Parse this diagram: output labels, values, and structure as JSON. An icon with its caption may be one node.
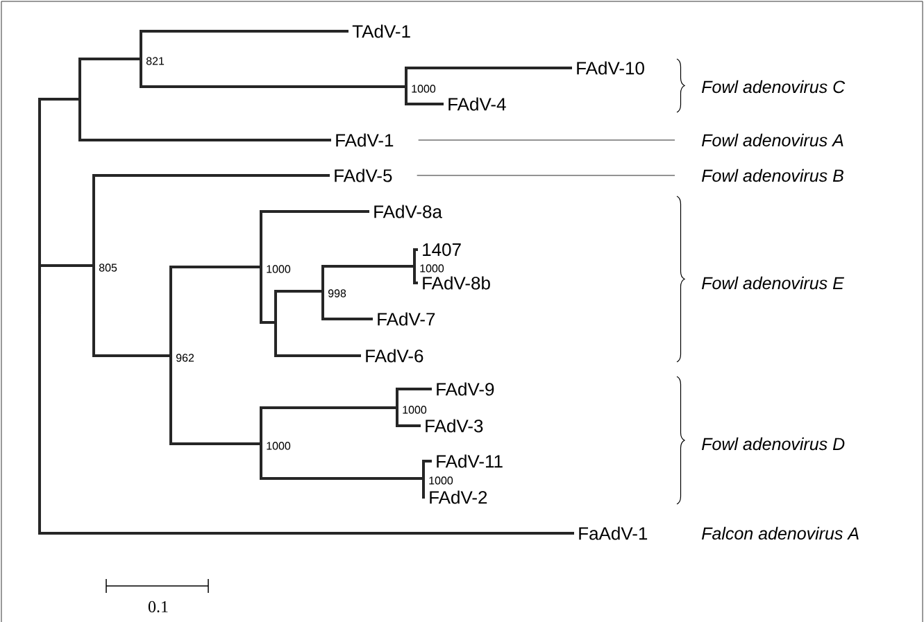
{
  "diagram": {
    "nodes": [
      {
        "text": [],
        "shape": "point"
      },
      {
        "text": [],
        "shape": "point"
      },
      {
        "text": [],
        "shape": "point",
        "beside": [
          "821"
        ]
      },
      {
        "text": [
          "TAdV-1"
        ]
      },
      {
        "text": [],
        "shape": "point",
        "beside": [
          "1000"
        ]
      },
      {
        "text": [
          "FAdV-10"
        ]
      },
      {
        "text": [
          "FAdV-4"
        ]
      },
      {
        "text": [
          "FAdV-1"
        ]
      },
      {
        "text": [],
        "shape": "point",
        "beside": [
          "805"
        ]
      },
      {
        "text": [
          "FAdV-5"
        ]
      },
      {
        "text": [],
        "shape": "point",
        "beside": [
          "962"
        ]
      },
      {
        "text": [],
        "shape": "point",
        "beside": [
          "1000"
        ]
      },
      {
        "text": [
          "FAdV-8a"
        ]
      },
      {
        "text": [],
        "shape": "point"
      },
      {
        "text": [],
        "shape": "point",
        "beside": [
          "998"
        ]
      },
      {
        "text": [],
        "shape": "point",
        "beside": [
          "1000"
        ]
      },
      {
        "text": [
          "1407"
        ]
      },
      {
        "text": [
          "FAdV-8b"
        ]
      },
      {
        "text": [
          "FAdV-7"
        ]
      },
      {
        "text": [
          "FAdV-6"
        ]
      },
      {
        "text": [],
        "shape": "point",
        "beside": [
          "1000"
        ]
      },
      {
        "text": [],
        "shape": "point",
        "beside": [
          "1000"
        ]
      },
      {
        "text": [
          "FAdV-9"
        ]
      },
      {
        "text": [
          "FAdV-3"
        ]
      },
      {
        "text": [],
        "shape": "point",
        "beside": [
          "1000"
        ]
      },
      {
        "text": [
          "FAdV-11"
        ]
      },
      {
        "text": [
          "FAdV-2"
        ]
      },
      {
        "text": [
          "FaAdV-1"
        ]
      },
      {
        "text": [
          "Fowl adenovirus A"
        ]
      },
      {
        "text": [
          "Fowl adenovirus B"
        ]
      }
    ],
    "edges": [
      {
        "from": 0,
        "to": 1,
        "arrow": "none"
      },
      {
        "from": 0,
        "to": 8,
        "arrow": "none"
      },
      {
        "from": 0,
        "to": 27,
        "arrow": "none"
      },
      {
        "from": 1,
        "to": 2,
        "arrow": "none"
      },
      {
        "from": 1,
        "to": 7,
        "arrow": "none"
      },
      {
        "from": 2,
        "to": 3,
        "arrow": "none"
      },
      {
        "from": 2,
        "to": 4,
        "arrow": "none"
      },
      {
        "from": 4,
        "to": 5,
        "arrow": "none"
      },
      {
        "from": 4,
        "to": 6,
        "arrow": "none"
      },
      {
        "from": 8,
        "to": 9,
        "arrow": "none"
      },
      {
        "from": 8,
        "to": 10,
        "arrow": "none"
      },
      {
        "from": 10,
        "to": 11,
        "arrow": "none"
      },
      {
        "from": 10,
        "to": 20,
        "arrow": "none"
      },
      {
        "from": 11,
        "to": 12,
        "arrow": "none"
      },
      {
        "from": 11,
        "to": 13,
        "arrow": "none"
      },
      {
        "from": 13,
        "to": 14,
        "arrow": "none"
      },
      {
        "from": 13,
        "to": 19,
        "arrow": "none"
      },
      {
        "from": 14,
        "to": 15,
        "arrow": "none"
      },
      {
        "from": 14,
        "to": 18,
        "arrow": "none"
      },
      {
        "from": 15,
        "to": 16,
        "arrow": "none"
      },
      {
        "from": 15,
        "to": 17,
        "arrow": "none"
      },
      {
        "from": 20,
        "to": 21,
        "arrow": "none"
      },
      {
        "from": 20,
        "to": 24,
        "arrow": "none"
      },
      {
        "from": 21,
        "to": 22,
        "arrow": "none"
      },
      {
        "from": 21,
        "to": 23,
        "arrow": "none"
      },
      {
        "from": 24,
        "to": 25,
        "arrow": "none"
      },
      {
        "from": 24,
        "to": 26,
        "arrow": "none"
      },
      {
        "from": 7,
        "to": 28,
        "arrow": "none"
      },
      {
        "from": 9,
        "to": 29,
        "arrow": "none"
      }
    ],
    "labels": [
      "Fowl adenovirus C",
      "Fowl adenovirus E",
      "Fowl adenovirus D",
      "Falcon adenovirus A",
      "0.1"
    ]
  }
}
